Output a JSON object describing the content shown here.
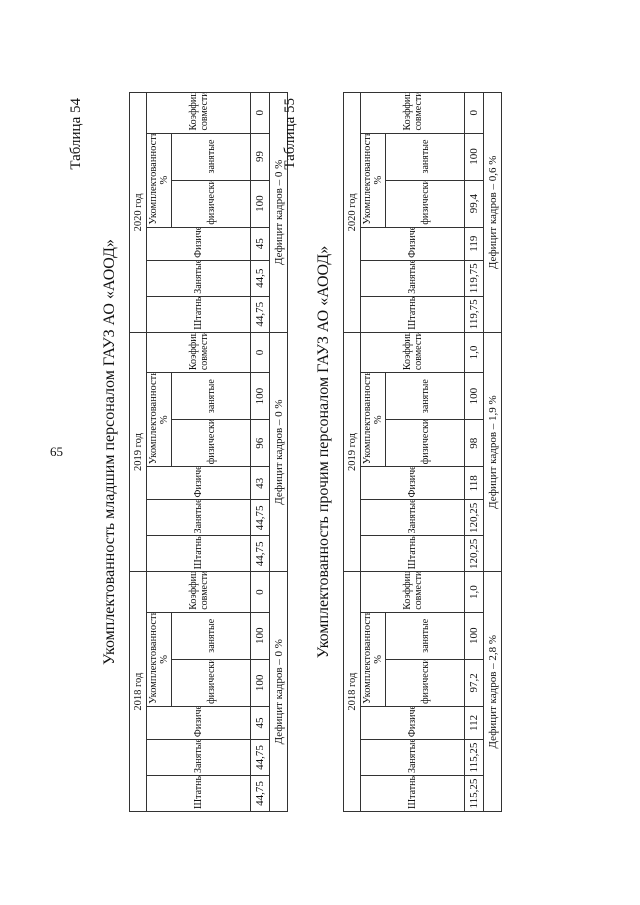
{
  "page_number": "65",
  "tables": [
    {
      "id": "54",
      "number_label": "Таблица 54",
      "title": "Укомплектованность младшим персоналом ГАУЗ АО «АООД»",
      "years": [
        {
          "label": "2018 год",
          "shtat": "44,75",
          "zanyat": "44,75",
          "fiz": "45",
          "kompl_fiz": "100",
          "kompl_zan": "100",
          "koef": "0",
          "deficit": "Дефицит кадров – 0 %"
        },
        {
          "label": "2019 год",
          "shtat": "44,75",
          "zanyat": "44,75",
          "fiz": "43",
          "kompl_fiz": "96",
          "kompl_zan": "100",
          "koef": "0",
          "deficit": "Дефицит кадров – 0 %"
        },
        {
          "label": "2020 год",
          "shtat": "44,75",
          "zanyat": "44,5",
          "fiz": "45",
          "kompl_fiz": "100",
          "kompl_zan": "99",
          "koef": "0",
          "deficit": "Дефицит кадров – 0 %"
        }
      ]
    },
    {
      "id": "55",
      "number_label": "Таблица 55",
      "title": "Укомплектованность прочим персоналом ГАУЗ АО «АООД»",
      "years": [
        {
          "label": "2018 год",
          "shtat": "115,25",
          "zanyat": "115,25",
          "fiz": "112",
          "kompl_fiz": "97,2",
          "kompl_zan": "100",
          "koef": "1,0",
          "deficit": "Дефицит кадров – 2,8 %"
        },
        {
          "label": "2019 год",
          "shtat": "120,25",
          "zanyat": "120,25",
          "fiz": "118",
          "kompl_fiz": "98",
          "kompl_zan": "100",
          "koef": "1,0",
          "deficit": "Дефицит кадров – 1,9 %"
        },
        {
          "label": "2020 год",
          "shtat": "119,75",
          "zanyat": "119,75",
          "fiz": "119",
          "kompl_fiz": "99,4",
          "kompl_zan": "100",
          "koef": "0",
          "deficit": "Дефицит кадров – 0,6 %"
        }
      ]
    }
  ],
  "headers": {
    "shtat": "Штатные",
    "zanyat": "Занятые",
    "fiz": "Физические",
    "kompl": "Укомплектованность, %",
    "kompl_fiz": "физические",
    "kompl_zan": "занятые",
    "koef": "Коэффициент совместительства"
  }
}
